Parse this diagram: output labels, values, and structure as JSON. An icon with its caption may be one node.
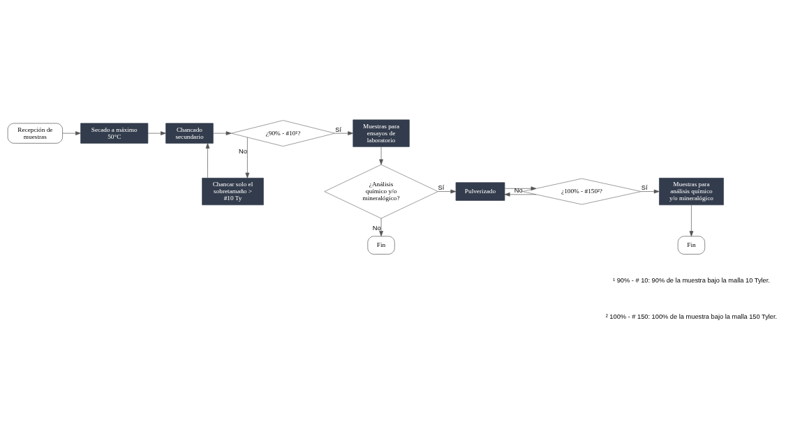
{
  "diagram": {
    "nodes": [
      {
        "text": [
          "Recepción de muestras"
        ]
      },
      {
        "text": [
          "Secado a máximo 50°C"
        ]
      },
      {
        "text": [
          "Chancado secundario"
        ]
      },
      {
        "text": [
          "¿90% - #10¹?"
        ]
      },
      {
        "text": [
          "Chancar solo el sobretamaño > #10 Ty"
        ]
      },
      {
        "text": [
          "Muestras para ensayos de laboratorio"
        ]
      },
      {
        "text": [
          "¿Análisis químico y/o mineralógico?"
        ]
      },
      {
        "text": [
          "Pulverizado"
        ]
      },
      {
        "text": [
          "¿100% - #150²?"
        ]
      },
      {
        "text": [
          "Muestras para análisis químico y/o mineralógico"
        ]
      },
      {
        "text": [
          "Fin"
        ]
      },
      {
        "text": [
          "Fin"
        ]
      }
    ],
    "edges": [
      {
        "from": 0,
        "to": 1,
        "arrow": "to"
      },
      {
        "from": 1,
        "to": 2,
        "arrow": "to"
      },
      {
        "from": 2,
        "to": 3,
        "arrow": "to"
      },
      {
        "from": 3,
        "to": 4,
        "arrow": "to",
        "label": "No"
      },
      {
        "from": 4,
        "to": 2,
        "arrow": "to"
      },
      {
        "from": 3,
        "to": 5,
        "arrow": "to",
        "label": "Sí"
      },
      {
        "from": 5,
        "to": 6,
        "arrow": "to"
      },
      {
        "from": 6,
        "to": 7,
        "arrow": "to",
        "label": "Sí"
      },
      {
        "from": 7,
        "to": 8,
        "arrow": "to"
      },
      {
        "from": 8,
        "to": 9,
        "arrow": "to",
        "label": "Sí"
      },
      {
        "from": 8,
        "to": 7,
        "arrow": "to",
        "label": "No"
      },
      {
        "from": 9,
        "to": 10,
        "arrow": "to"
      },
      {
        "from": 6,
        "to": 11,
        "arrow": "to",
        "label": "No"
      }
    ],
    "labels": [
      "¹ 90% - # 10: 90% de la muestra bajo la malla 10 Tyler.",
      "² 100% - # 150: 100% de la muestra bajo la malla 150 Tyler."
    ]
  }
}
